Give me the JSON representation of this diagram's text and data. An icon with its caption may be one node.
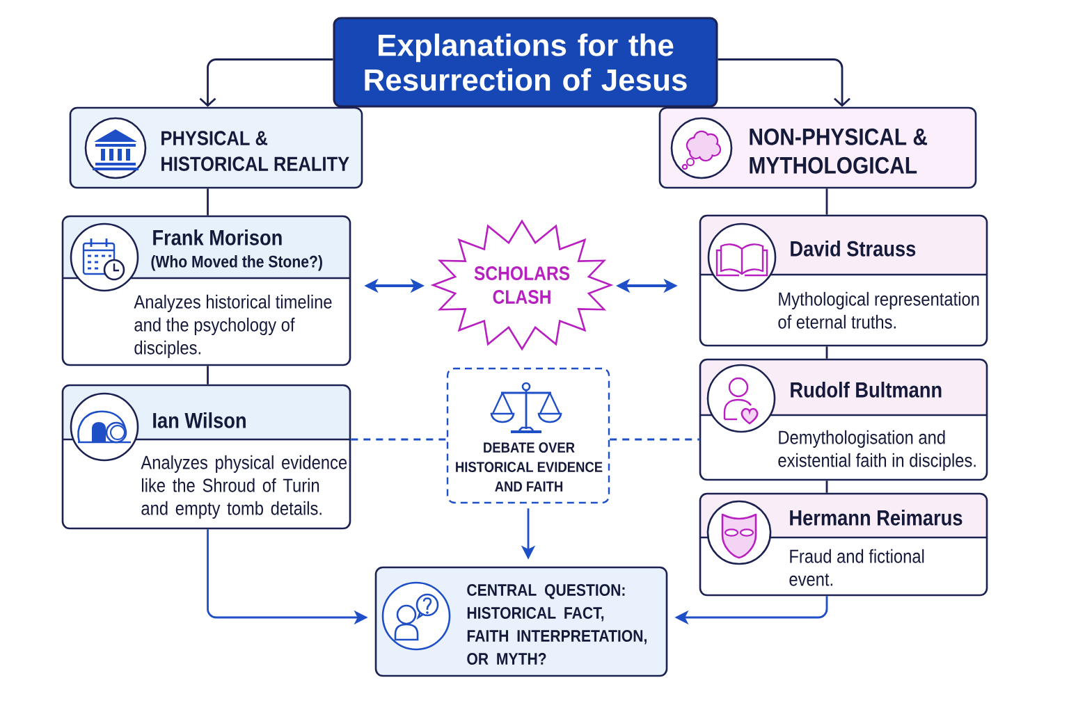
{
  "diagram": {
    "nodes": [
      {
        "text": [
          "Explanations for the Resurrection of Jesus"
        ]
      },
      {
        "text": [
          "PHYSICAL & HISTORICAL REALITY"
        ]
      },
      {
        "text": [
          "NON-PHYSICAL & MYTHOLOGICAL"
        ]
      },
      {
        "text": [
          "Frank Morison",
          "(Who Moved the Stone?)",
          "Analyzes historical timeline and the psychology of disciples."
        ]
      },
      {
        "text": [
          "SCHOLARS CLASH"
        ]
      },
      {
        "text": [
          "David Strauss",
          "Mythological representation of eternal truths."
        ]
      },
      {
        "text": [
          "Ian Wilson",
          "Analyzes physical evidence like the Shroud of Turin and empty tomb details."
        ]
      },
      {
        "text": [
          "DEBATE OVER HISTORICAL EVIDENCE AND FAITH"
        ]
      },
      {
        "text": [
          "Rudolf Bultmann",
          "Demythologisation and existential faith in disciples."
        ]
      },
      {
        "text": [
          "Hermann Reimarus",
          "Fraud and fictional event."
        ]
      },
      {
        "text": [
          "CENTRAL QUESTION: HISTORICAL FACT, FAITH INTERPRETATION, OR MYTH?"
        ]
      }
    ],
    "edges": [
      {
        "from": 0,
        "to": 1,
        "arrow": "to"
      },
      {
        "from": 0,
        "to": 2,
        "arrow": "to"
      },
      {
        "from": 1,
        "to": 3,
        "arrow": "none"
      },
      {
        "from": 3,
        "to": 6,
        "arrow": "none"
      },
      {
        "from": 2,
        "to": 5,
        "arrow": "none"
      },
      {
        "from": 5,
        "to": 8,
        "arrow": "none"
      },
      {
        "from": 8,
        "to": 9,
        "arrow": "none"
      },
      {
        "from": 3,
        "to": 4,
        "arrow": "both",
        "color": "#1f4fc6"
      },
      {
        "from": 4,
        "to": 5,
        "arrow": "both",
        "color": "#1f4fc6"
      },
      {
        "from": 6,
        "to": 7,
        "arrow": "none",
        "style": "dashed",
        "color": "#1f4fc6"
      },
      {
        "from": 7,
        "to": 8,
        "arrow": "none",
        "style": "dashed",
        "color": "#1f4fc6"
      },
      {
        "from": 7,
        "to": 10,
        "arrow": "to",
        "color": "#1f4fc6"
      },
      {
        "from": 6,
        "to": 10,
        "arrow": "to",
        "color": "#1f4fc6"
      },
      {
        "from": 9,
        "to": 10,
        "arrow": "to",
        "color": "#1f4fc6"
      }
    ]
  }
}
